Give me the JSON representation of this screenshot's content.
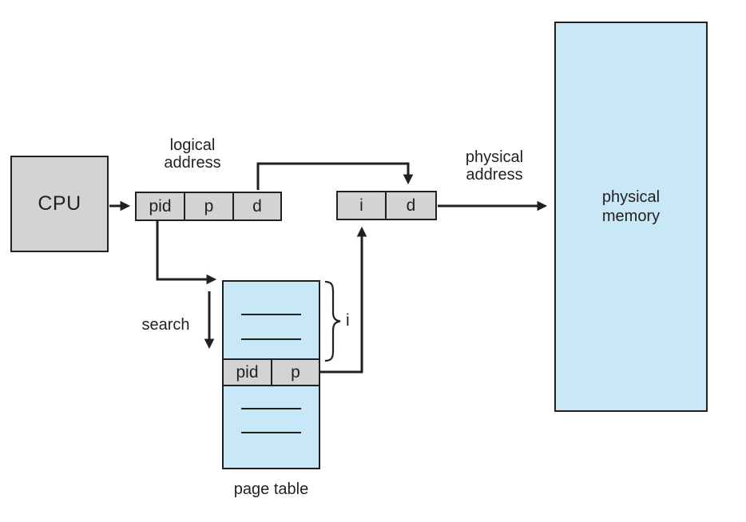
{
  "colors": {
    "box_gray": "#d3d3d3",
    "box_blue": "#c9e8f7",
    "line": "#231f20",
    "text": "#231f20",
    "background": "#ffffff"
  },
  "cpu": {
    "label": "CPU"
  },
  "logical_address": {
    "label": "logical\naddress",
    "cells": [
      "pid",
      "p",
      "d"
    ]
  },
  "physical_address": {
    "label": "physical\naddress",
    "cells": [
      "i",
      "d"
    ]
  },
  "physical_memory": {
    "label": "physical\nmemory"
  },
  "page_table": {
    "label": "page table",
    "search_label": "search",
    "index_label": "i",
    "match_row_cells": [
      "pid",
      "p"
    ]
  }
}
